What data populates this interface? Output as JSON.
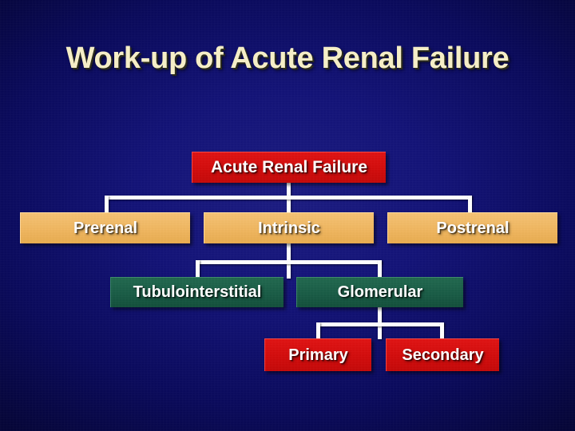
{
  "slide": {
    "title": "Work-up of Acute Renal Failure",
    "background_color": "#0a0a5e",
    "title_color": "#f7f0c8"
  },
  "diagram": {
    "type": "flowchart",
    "nodes": [
      {
        "id": "acute-renal-failure",
        "label": "Acute Renal Failure",
        "level": 1,
        "color": "#dd1111",
        "text_color": "#ffffff"
      },
      {
        "id": "prerenal",
        "label": "Prerenal",
        "level": 2,
        "color": "#f0b75c",
        "text_color": "#ffffff"
      },
      {
        "id": "intrinsic",
        "label": "Intrinsic",
        "level": 2,
        "color": "#f0b75c",
        "text_color": "#ffffff"
      },
      {
        "id": "postrenal",
        "label": "Postrenal",
        "level": 2,
        "color": "#f0b75c",
        "text_color": "#ffffff"
      },
      {
        "id": "tubulointerstitial",
        "label": "Tubulointerstitial",
        "level": 3,
        "color": "#1a5e47",
        "text_color": "#ffffff"
      },
      {
        "id": "glomerular",
        "label": "Glomerular",
        "level": 3,
        "color": "#1a5e47",
        "text_color": "#ffffff"
      },
      {
        "id": "primary",
        "label": "Primary",
        "level": 4,
        "color": "#dd1111",
        "text_color": "#ffffff"
      },
      {
        "id": "secondary",
        "label": "Secondary",
        "level": 4,
        "color": "#dd1111",
        "text_color": "#ffffff"
      }
    ],
    "edges": [
      {
        "from": "acute-renal-failure",
        "to": "prerenal"
      },
      {
        "from": "acute-renal-failure",
        "to": "intrinsic"
      },
      {
        "from": "acute-renal-failure",
        "to": "postrenal"
      },
      {
        "from": "intrinsic",
        "to": "tubulointerstitial"
      },
      {
        "from": "intrinsic",
        "to": "glomerular"
      },
      {
        "from": "glomerular",
        "to": "primary"
      },
      {
        "from": "glomerular",
        "to": "secondary"
      }
    ],
    "connector_color": "#ffffff"
  }
}
